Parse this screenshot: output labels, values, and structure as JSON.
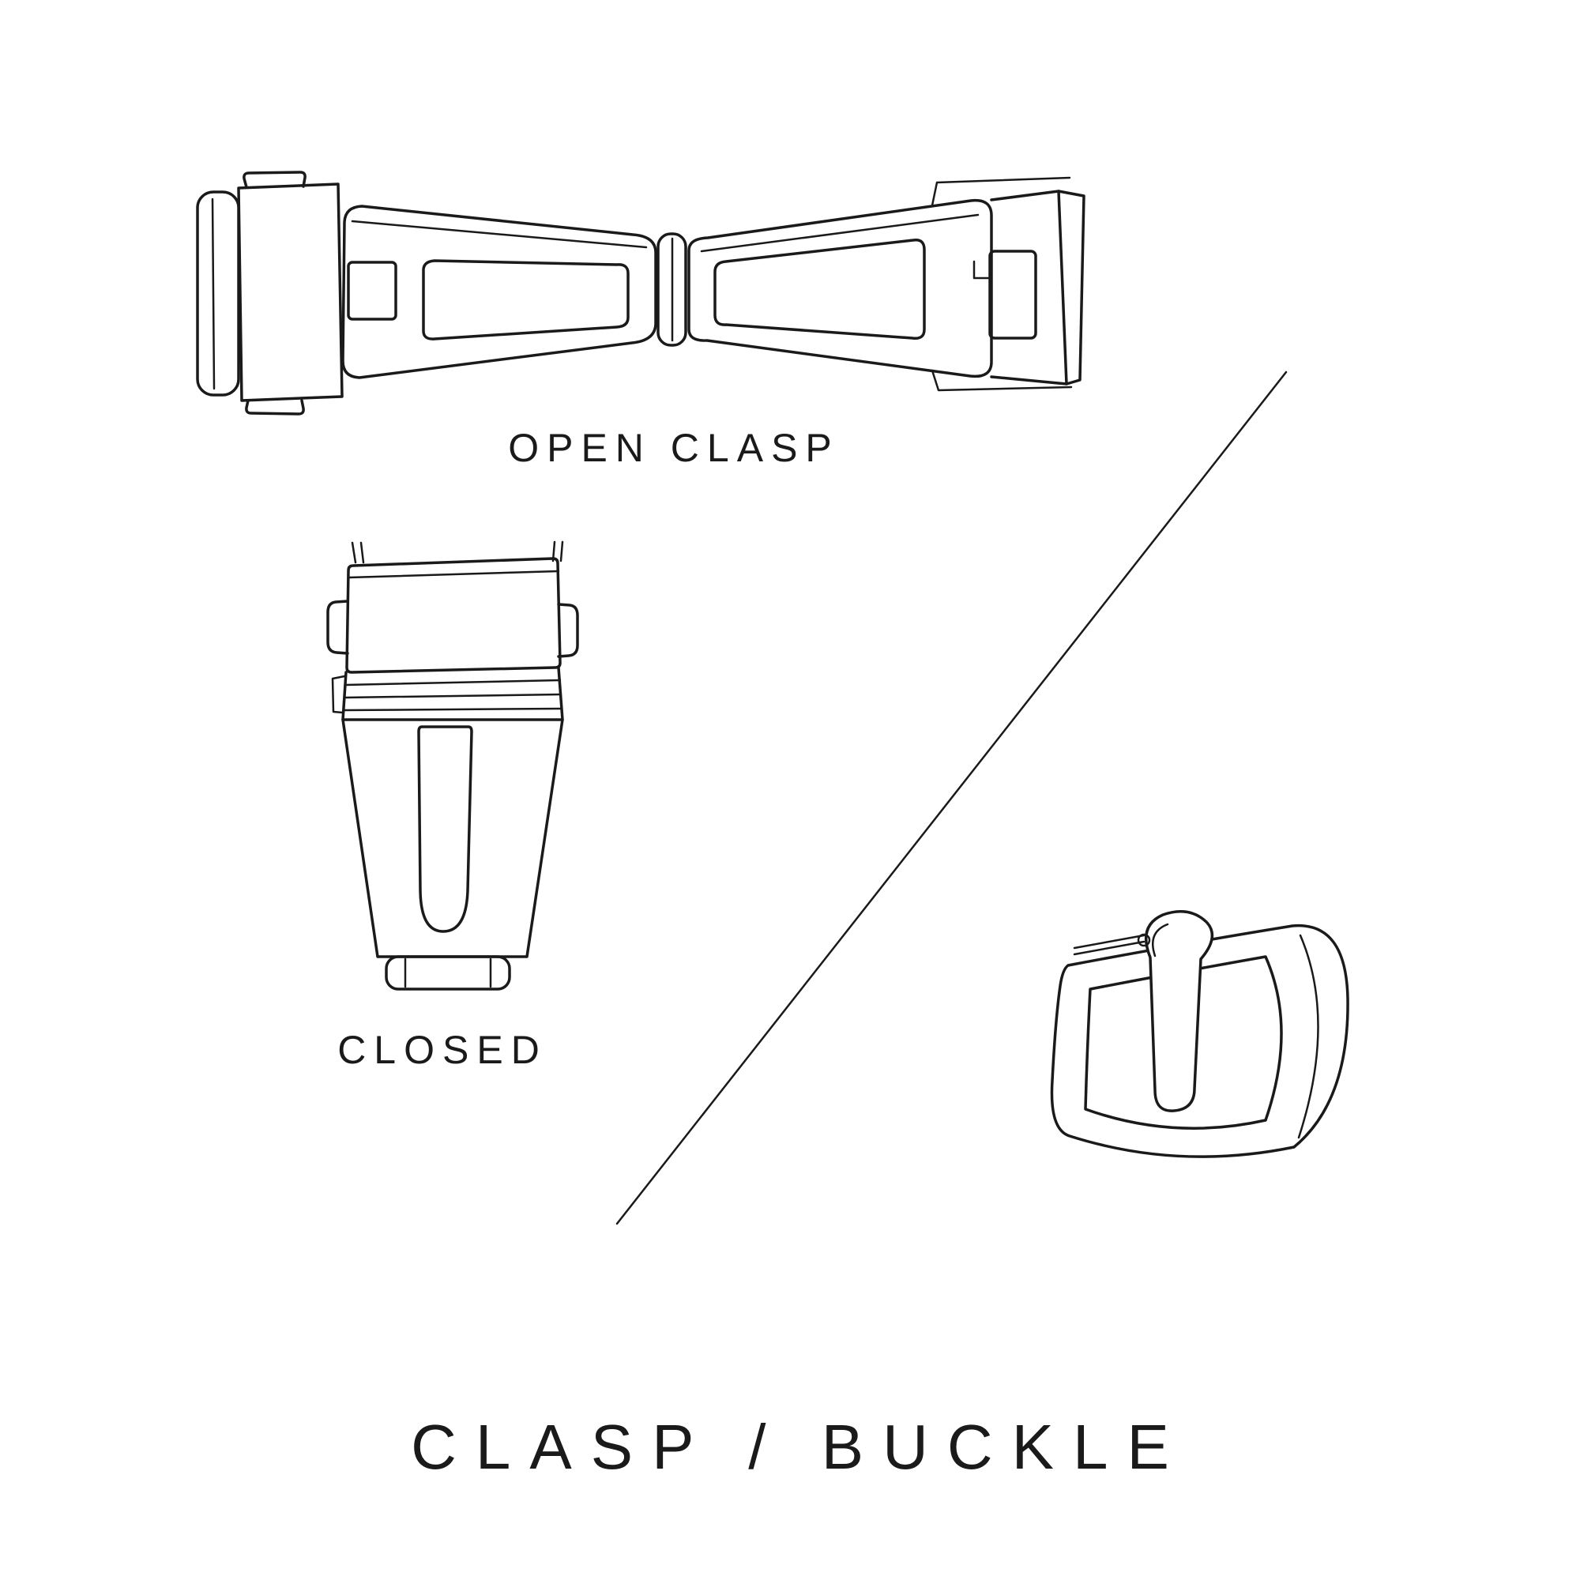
{
  "colors": {
    "background": "#ffffff",
    "line": "#1a1a1a",
    "text": "#1a1a1a"
  },
  "labels": {
    "open_clasp": "OPEN CLASP",
    "closed": "CLOSED",
    "title": "CLASP / BUCKLE"
  },
  "figures": {
    "open_clasp_icon": "open-deployant-clasp-line-art",
    "closed_clasp_icon": "closed-clasp-line-art",
    "buckle_icon": "tang-buckle-line-art",
    "divider": "diagonal-divider-line"
  }
}
